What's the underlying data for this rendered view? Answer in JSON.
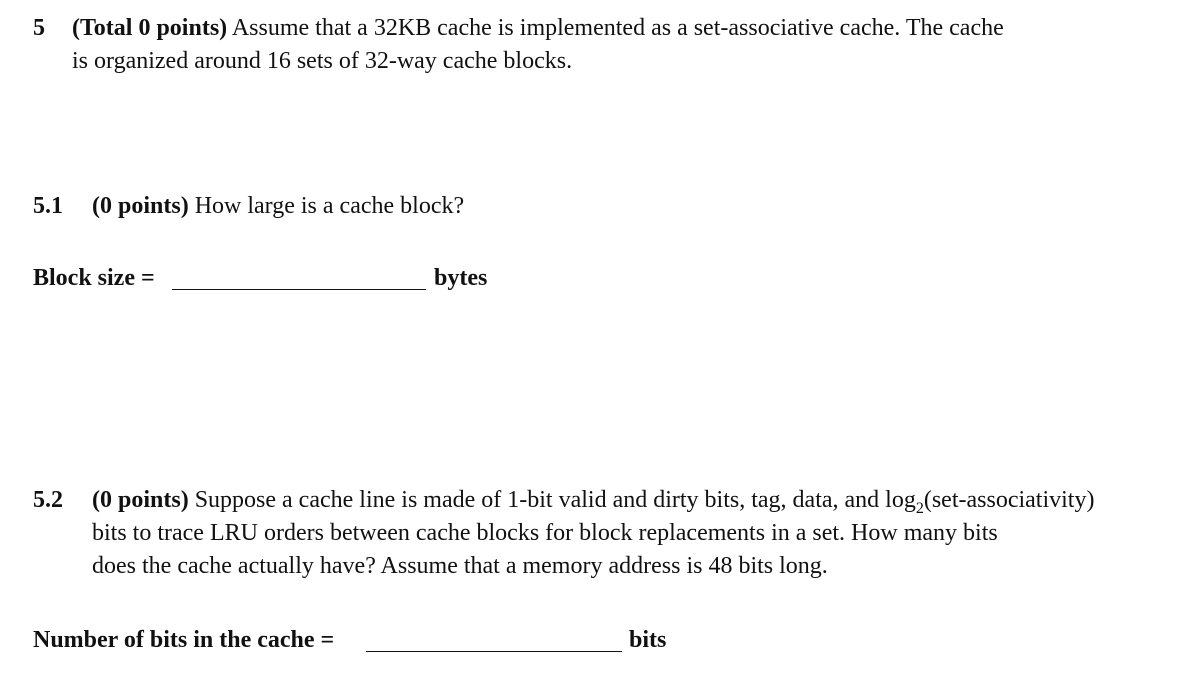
{
  "q5": {
    "number": "5",
    "points": "(Total 0 points)",
    "text_line1": "Assume that a 32KB cache is implemented as a set-associative cache. The cache",
    "text_line2": "is organized around 16 sets of 32-way cache blocks."
  },
  "q5_1": {
    "number": "5.1",
    "points": "(0 points)",
    "text": "How large is a cache block?",
    "answer_label": "Block size =",
    "answer_unit": "bytes"
  },
  "q5_2": {
    "number": "5.2",
    "points": "(0 points)",
    "text_line1_a": "Suppose a cache line is made of 1-bit valid and dirty bits, tag, data, and log",
    "text_line1_sub": "2",
    "text_line1_b": "(set-associativity)",
    "text_line2": "bits to trace LRU orders between cache blocks for block replacements in a set. How many bits",
    "text_line3": "does the cache actually have? Assume that a memory address is 48 bits long.",
    "answer_label": "Number of bits in the cache =",
    "answer_unit": "bits"
  }
}
